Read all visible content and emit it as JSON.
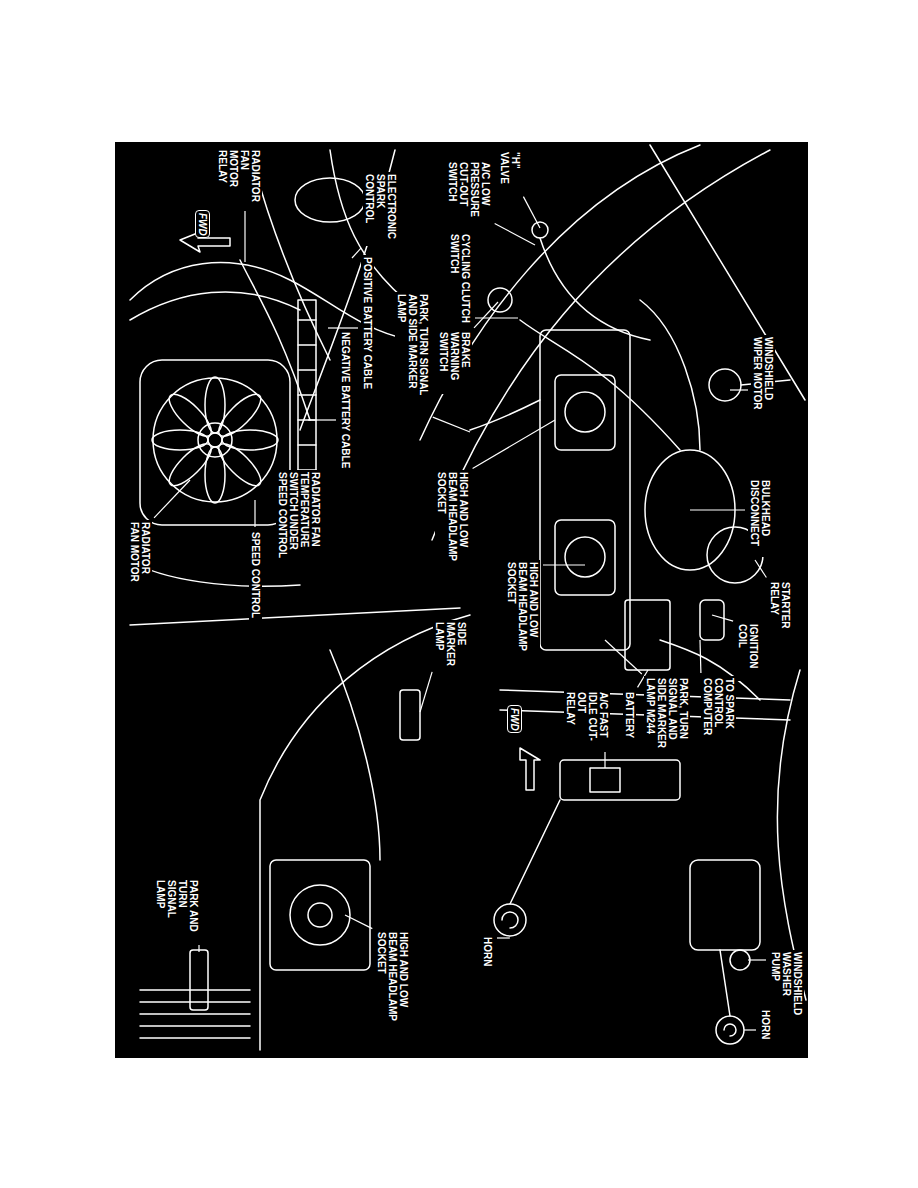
{
  "diagram": {
    "labels": [
      "WINDSHIELD WIPER MOTOR",
      "\"H\" VALVE",
      "A/C LOW PRESSURE CUT-OUT SWITCH",
      "CYCLING CLUTCH SWITCH",
      "BRAKE WARNING SWITCH",
      "PARK, TURN SIGNAL AND SIDE MARKER LAMP",
      "HIGH AND LOW BEAM HEADLAMP SOCKET",
      "BULKHEAD DISCONNECT",
      "STARTER RELAY",
      "IGNITION COIL",
      "HIGH AND LOW BEAM HEADLAMP SOCKET",
      "TO SPARK CONTROL COMPUTER",
      "PARK, TURN SIGNAL AND SIDE MARKER LAMP M244",
      "BATTERY",
      "A/C FAST IDLE CUT-OUT RELAY",
      "FWD",
      "HORN",
      "WINDSHIELD WASHER PUMP",
      "HORN",
      "RADIATOR FAN MOTOR RELAY",
      "ELECTRONIC SPARK CONTROL",
      "FWD",
      "POSITIVE BATTERY CABLE",
      "NEGATIVE BATTERY CABLE",
      "RADIATOR FAN TEMPERATURE SWITCH UNDER SPEED CONTROL",
      "SPEED CONTROL",
      "RADIATOR FAN MOTOR",
      "SIDE MARKER LAMP",
      "HIGH AND LOW BEAM HEADLAMP SOCKET",
      "PARK AND TURN SIGNAL LAMP"
    ]
  }
}
